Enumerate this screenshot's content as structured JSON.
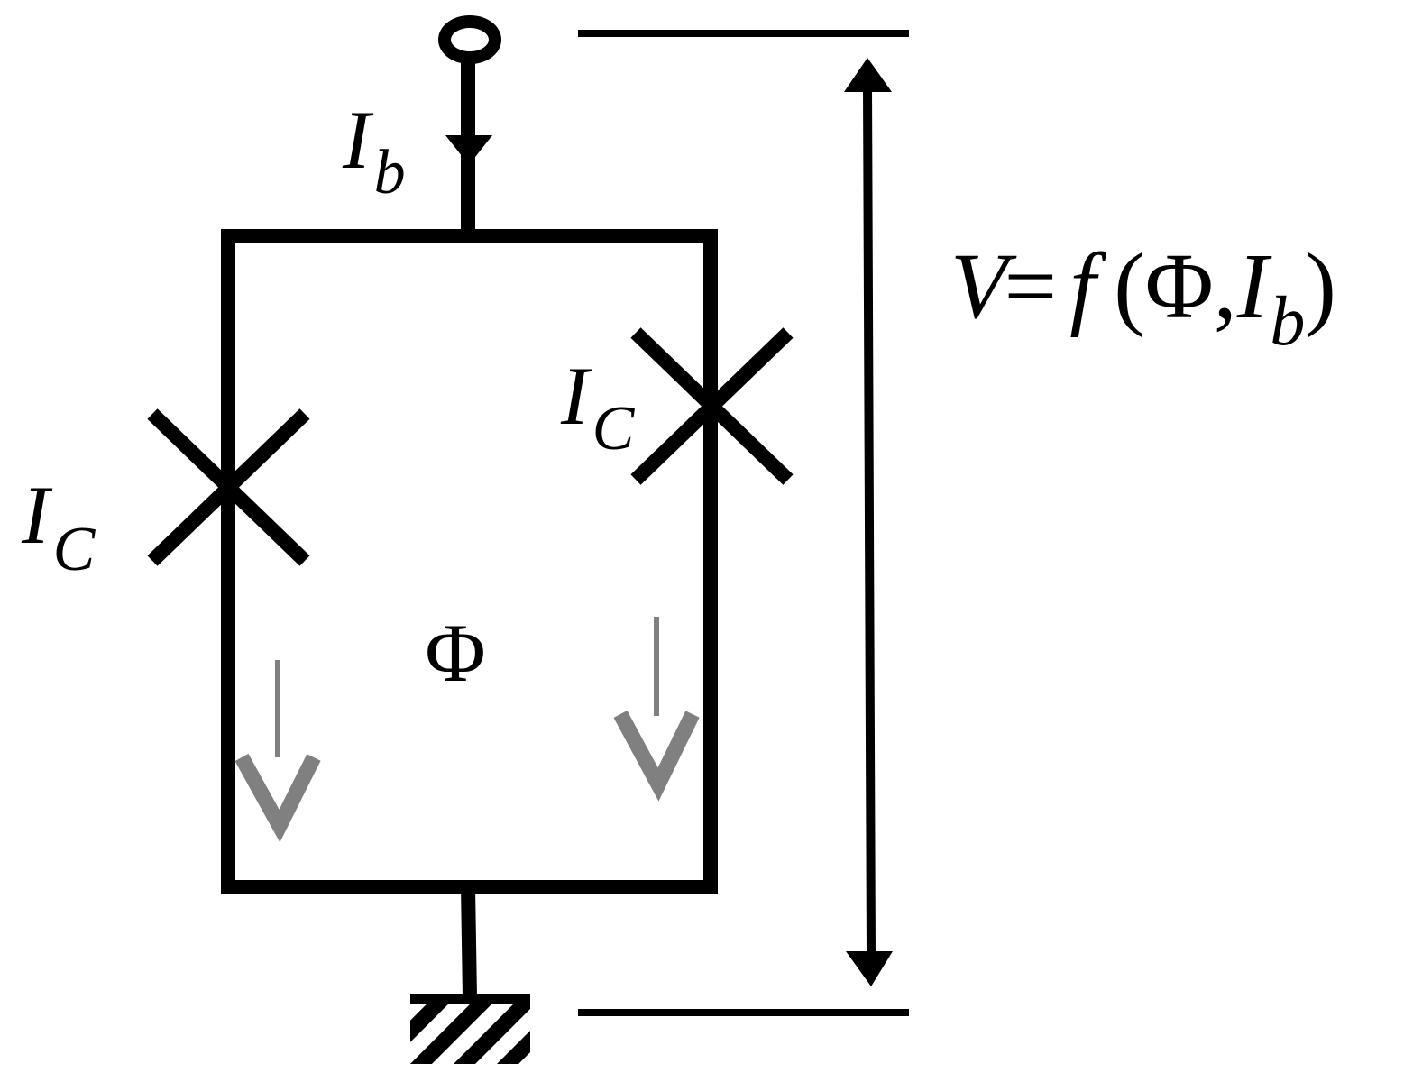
{
  "labels": {
    "bias_current": {
      "main": "I",
      "sub": "b"
    },
    "critical_current_left": {
      "main": "I",
      "sub": "C"
    },
    "critical_current_right": {
      "main": "I",
      "sub": "C"
    },
    "flux": "Φ",
    "voltage_relation": {
      "v": "V",
      "eq": "=",
      "f": "f",
      "open": "(",
      "phi": "Φ",
      "comma": ",",
      "i": "I",
      "sub": "b",
      "close": ")"
    }
  },
  "colors": {
    "line": "#000000",
    "current_arrow": "#808080",
    "background": "#ffffff"
  }
}
